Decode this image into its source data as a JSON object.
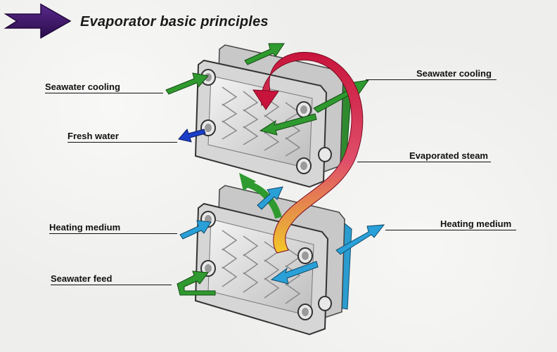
{
  "title": "Evaporator basic principles",
  "labels": {
    "seawater_cooling_left": "Seawater cooling",
    "seawater_cooling_right": "Seawater cooling",
    "fresh_water": "Fresh water",
    "evaporated_steam": "Evaporated steam",
    "heating_medium_left": "Heating medium",
    "heating_medium_right": "Heating medium",
    "seawater_feed": "Seawater feed"
  },
  "colors": {
    "accent_arrow": "#3b1466",
    "seawater": "#2e8b2e",
    "fresh_water": "#1a3ec8",
    "heating": "#2aa0d8",
    "steam_top": "#cc1540",
    "steam_bottom": "#f0b020",
    "plate": "#dcdcdc"
  }
}
